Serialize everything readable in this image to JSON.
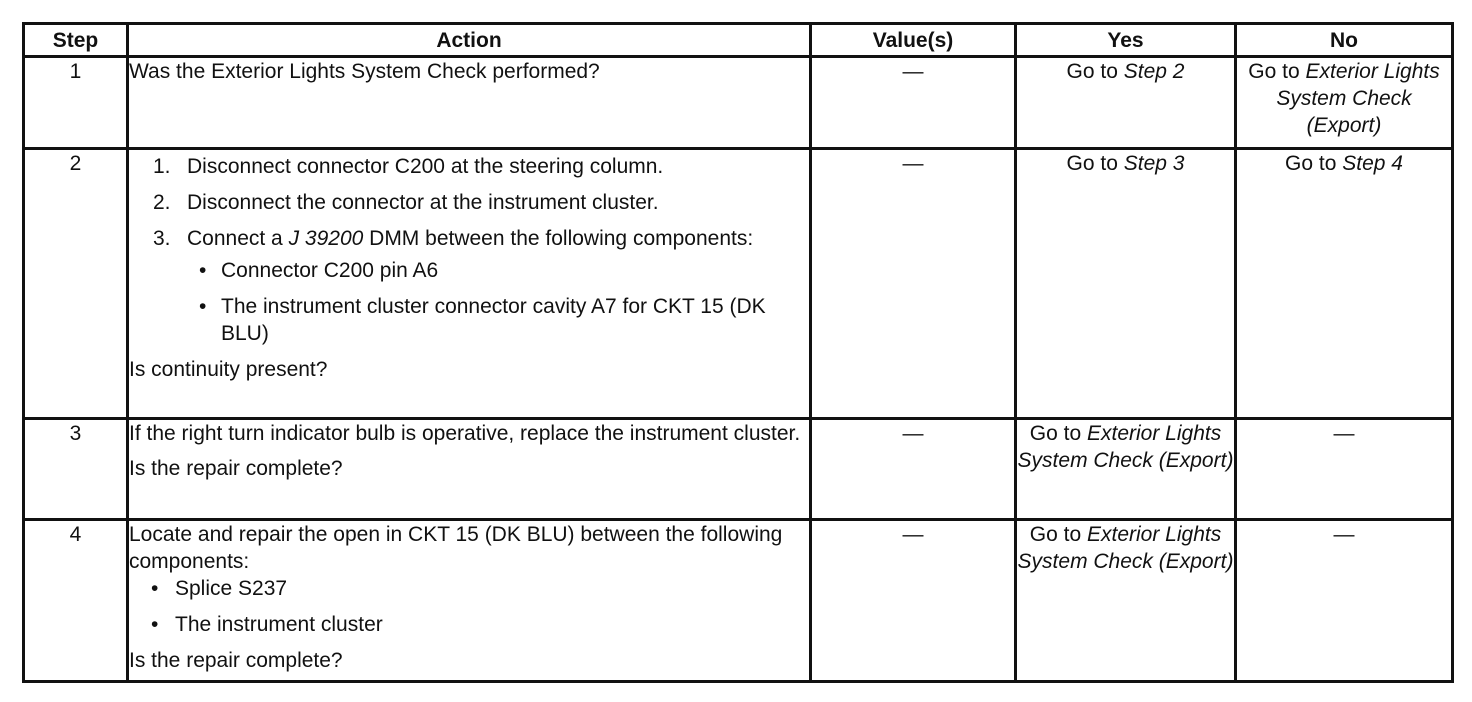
{
  "headers": {
    "step": "Step",
    "action": "Action",
    "values": "Value(s)",
    "yes": "Yes",
    "no": "No"
  },
  "rows": [
    {
      "step": "1",
      "action_question": "Was the Exterior Lights System Check performed?",
      "value": "—",
      "yes_prefix": "Go to ",
      "yes_ref": "Step 2",
      "no_prefix": "Go to ",
      "no_ref": "Exterior Lights System Check (Export)"
    },
    {
      "step": "2",
      "instructions": [
        {
          "num": "1.",
          "text": "Disconnect connector C200 at the steering column."
        },
        {
          "num": "2.",
          "text": "Disconnect the connector at the instrument cluster."
        },
        {
          "num": "3.",
          "text_before": "Connect a ",
          "tool": "J 39200",
          "text_after": " DMM between the following components:"
        }
      ],
      "components": [
        "Connector C200 pin A6",
        "The instrument cluster connector cavity A7 for CKT 15 (DK BLU)"
      ],
      "question": "Is continuity present?",
      "value": "—",
      "yes_prefix": "Go to ",
      "yes_ref": "Step 3",
      "no_prefix": "Go to ",
      "no_ref": "Step 4"
    },
    {
      "step": "3",
      "action_text": "If the right turn indicator bulb is operative, replace the instrument cluster.",
      "question": "Is the repair complete?",
      "value": "—",
      "yes_prefix": "Go to ",
      "yes_ref": "Exterior Lights System Check (Export)",
      "no": "—"
    },
    {
      "step": "4",
      "action_text": "Locate and repair the open in CKT 15 (DK BLU) between the following components:",
      "components": [
        "Splice S237",
        "The instrument cluster"
      ],
      "question": "Is the repair complete?",
      "value": "—",
      "yes_prefix": "Go to ",
      "yes_ref": "Exterior Lights System Check (Export)",
      "no": "—"
    }
  ],
  "bullet_glyph": "•"
}
